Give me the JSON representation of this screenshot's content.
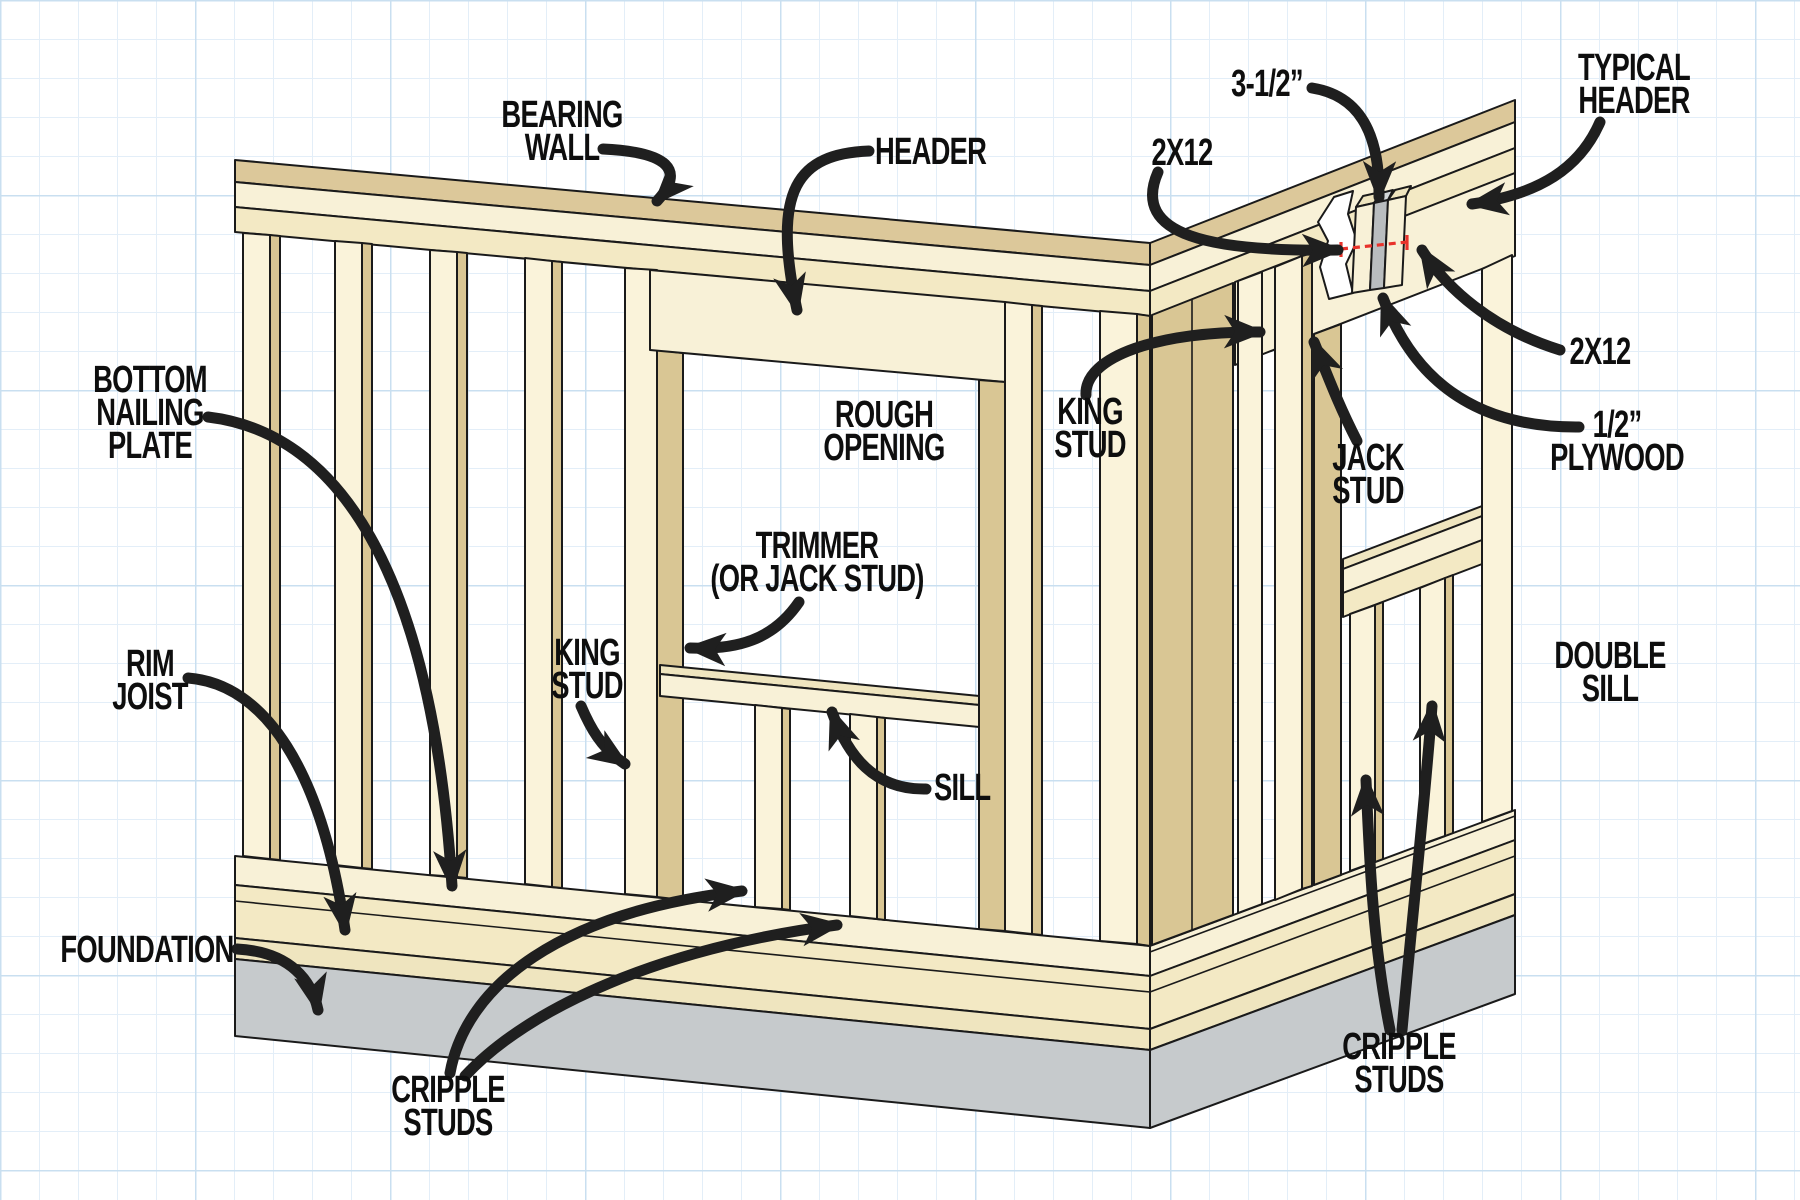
{
  "diagram_subject": "wall-framing-parts",
  "colors": {
    "background": "#ffffff",
    "grid_minor": "#e3eef8",
    "grid_major": "#c9dff0",
    "wood_face_light": "#faf3da",
    "wood_face_cream": "#f8f1d7",
    "wood_face_mid": "#f3e9c4",
    "wood_top_tan": "#dcc89a",
    "wood_side_tan": "#d9c694",
    "foundation_gray": "#c6cacc",
    "plywood_gray": "#b9bdbf",
    "outline_black": "#1a1a1a",
    "arrow_black": "#1f1f1f",
    "dimension_red": "#e8322b",
    "label_text": "#0e0e0e"
  },
  "labels": {
    "bearing_wall": {
      "lines": [
        "BEARING",
        "WALL"
      ]
    },
    "header": {
      "lines": [
        "HEADER"
      ]
    },
    "dim_3_half": {
      "lines": [
        "3-1/2”"
      ]
    },
    "left_2x12": {
      "lines": [
        "2X12"
      ]
    },
    "typical_header": {
      "lines": [
        "TYPICAL",
        "HEADER"
      ]
    },
    "king_stud_right": {
      "lines": [
        "KING",
        "STUD"
      ]
    },
    "jack_stud": {
      "lines": [
        "JACK",
        "STUD"
      ]
    },
    "right_2x12": {
      "lines": [
        "2X12"
      ]
    },
    "half_plywood": {
      "lines": [
        "1/2”",
        "PLYWOOD"
      ]
    },
    "rough_opening": {
      "lines": [
        "ROUGH",
        "OPENING"
      ]
    },
    "trimmer": {
      "lines": [
        "TRIMMER",
        "(OR JACK STUD)"
      ]
    },
    "king_stud_left": {
      "lines": [
        "KING",
        "STUD"
      ]
    },
    "sill": {
      "lines": [
        "SILL"
      ]
    },
    "double_sill": {
      "lines": [
        "DOUBLE",
        "SILL"
      ]
    },
    "bottom_nailing_plate": {
      "lines": [
        "BOTTOM",
        "NAILING",
        "PLATE"
      ]
    },
    "rim_joist": {
      "lines": [
        "RIM",
        "JOIST"
      ]
    },
    "foundation": {
      "lines": [
        "FOUNDATION"
      ]
    },
    "cripple_studs_left": {
      "lines": [
        "CRIPPLE",
        "STUDS"
      ]
    },
    "cripple_studs_right": {
      "lines": [
        "CRIPPLE",
        "STUDS"
      ]
    }
  }
}
